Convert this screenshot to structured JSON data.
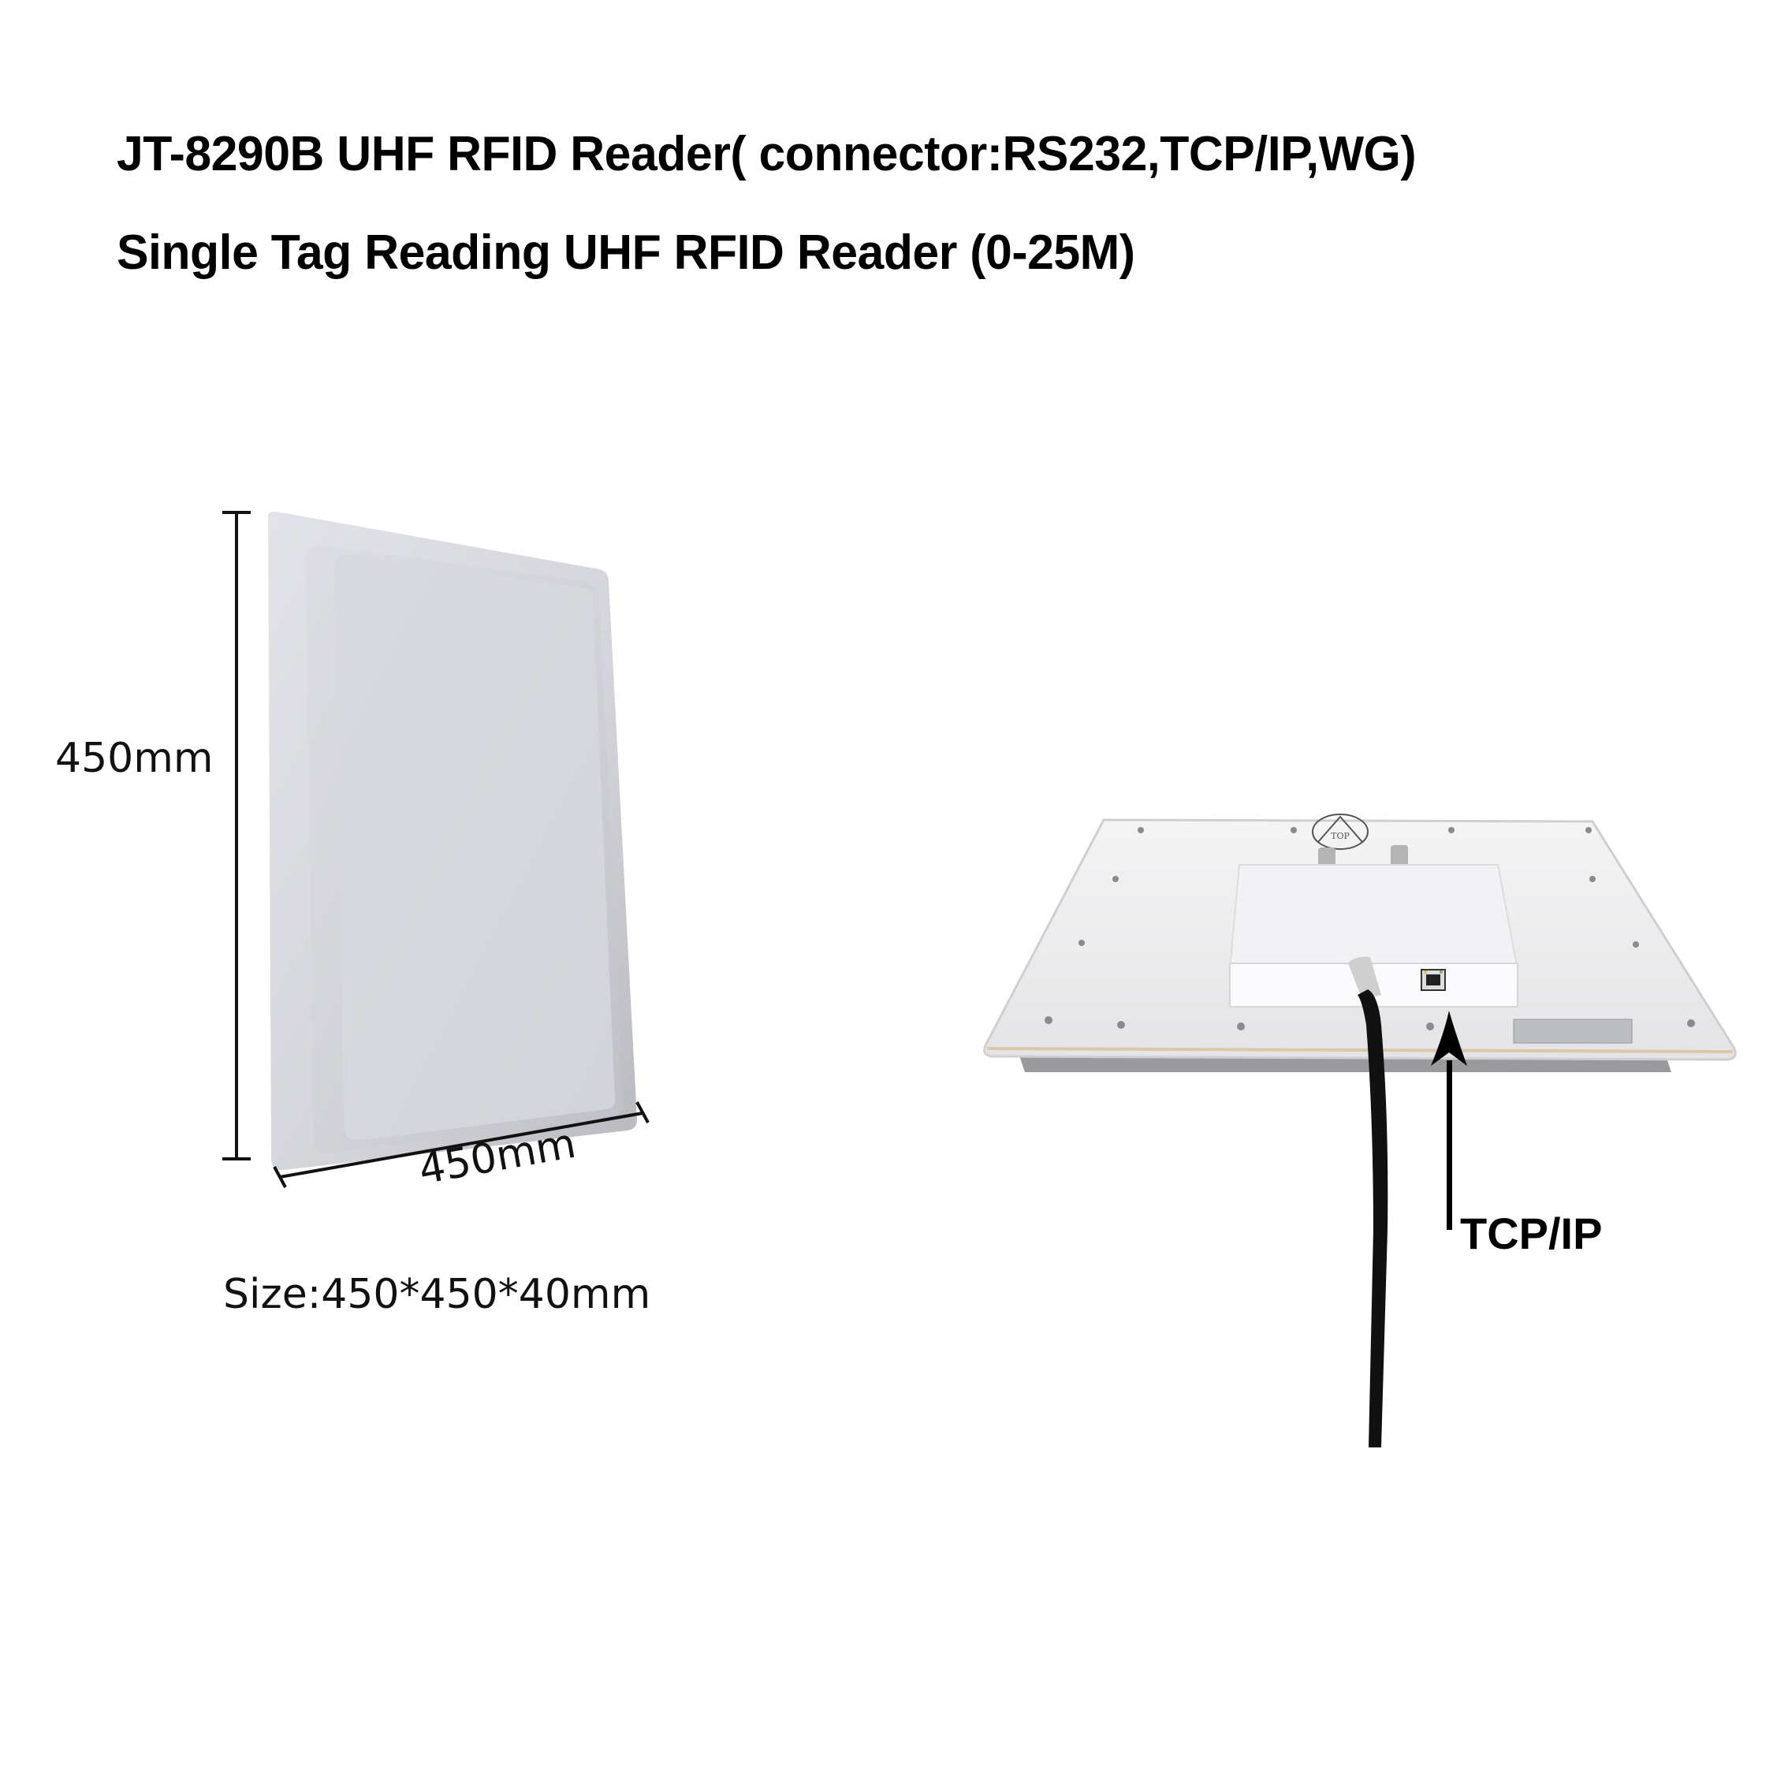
{
  "header": {
    "title_line1": "JT-8290B UHF RFID Reader( connector:RS232,TCP/IP,WG)",
    "title_line2": "Single Tag Reading UHF RFID Reader (0-25M)"
  },
  "front_view": {
    "height_label": "450mm",
    "width_label": "450mm",
    "size_label": "Size:450*450*40mm",
    "panel_color": "#d6d7dc"
  },
  "back_view": {
    "connector_label": "TCP/IP",
    "logo_text": "TOP",
    "panel_color": "#ececee",
    "cable_color": "#111111"
  }
}
